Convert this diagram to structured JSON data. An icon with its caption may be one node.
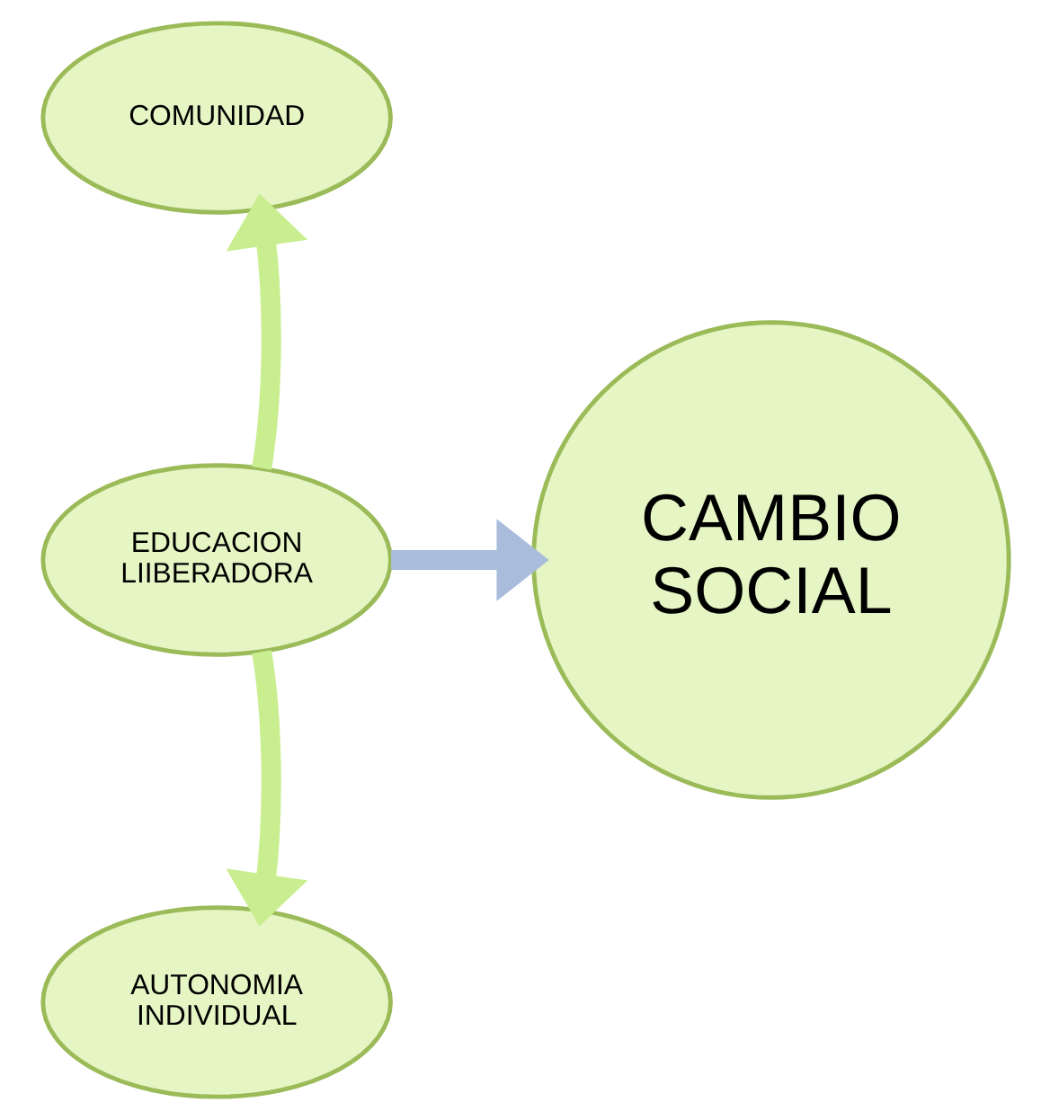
{
  "diagram": {
    "nodes": [
      {
        "text": [
          "COMUNIDAD"
        ]
      },
      {
        "text": [
          "EDUCACION LIIBERADORA"
        ]
      },
      {
        "text": [
          "CAMBIO SOCIAL"
        ]
      },
      {
        "text": [
          "AUTONOMIA INDIVIDUAL"
        ]
      }
    ],
    "edges": [
      {
        "from": 1,
        "to": 0,
        "arrow": "to"
      },
      {
        "from": 1,
        "to": 2,
        "arrow": "to",
        "color": "#a9bcdb"
      },
      {
        "from": 1,
        "to": 3,
        "arrow": "to"
      }
    ]
  }
}
